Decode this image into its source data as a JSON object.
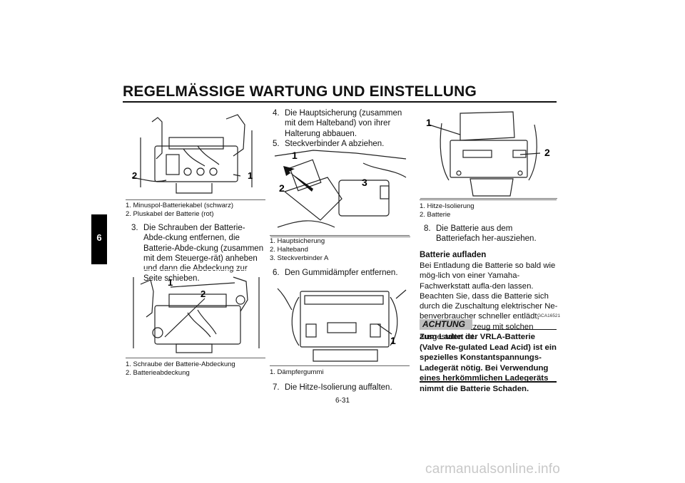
{
  "header": {
    "title": "REGELMÄSSIGE WARTUNG UND EINSTELLUNG"
  },
  "chapter_tab": "6",
  "figures": {
    "fig1": {
      "labels": [
        "1",
        "2"
      ]
    },
    "fig2": {
      "labels": [
        "1",
        "2"
      ]
    },
    "fig3": {
      "labels": [
        "1",
        "2",
        "3"
      ]
    },
    "fig4": {
      "labels": [
        "1"
      ]
    },
    "fig5": {
      "labels": [
        "1",
        "2"
      ]
    }
  },
  "captions": {
    "fig1": [
      "1.  Minuspol-Batteriekabel (schwarz)",
      "2.  Pluskabel der Batterie (rot)"
    ],
    "fig2": [
      "1.  Schraube der Batterie-Abdeckung",
      "2.  Batterieabdeckung"
    ],
    "fig3": [
      "1.  Hauptsicherung",
      "2.  Halteband",
      "3.  Steckverbinder A"
    ],
    "fig4": [
      "1.  Dämpfergummi"
    ],
    "fig5": [
      "1.  Hitze-Isolierung",
      "2.  Batterie"
    ]
  },
  "steps": {
    "s3": {
      "num": "3.",
      "text": "Die Schrauben der Batterie-Abde-ckung entfernen, die Batterie-Abde-ckung (zusammen mit dem Steuerge-rät) anheben und dann die Abdeckung zur Seite schieben."
    },
    "s4": {
      "num": "4.",
      "text": "Die Hauptsicherung (zusammen mit dem Halteband) von ihrer Halterung abbauen."
    },
    "s5": {
      "num": "5.",
      "text": "Steckverbinder A abziehen."
    },
    "s6": {
      "num": "6.",
      "text": "Den Gummidämpfer entfernen."
    },
    "s7": {
      "num": "7.",
      "text": "Die Hitze-Isolierung auffalten."
    },
    "s8": {
      "num": "8.",
      "text": "Die Batterie aus dem Batteriefach her-ausziehen."
    }
  },
  "section": {
    "heading": "Batterie aufladen",
    "body": "Bei Entladung die Batterie so bald wie mög-lich von einer Yamaha-Fachwerkstatt aufla-den lassen. Beachten Sie, dass die Batterie sich durch die Zuschaltung elektrischer Ne-benverbraucher schneller entlädt, wenn das Fahrzeug mit solchen ausgestattet ist."
  },
  "notice": {
    "code": "GCA16521",
    "label": "ACHTUNG",
    "text": "Zum Laden der VRLA-Batterie (Valve Re-gulated Lead Acid) ist ein spezielles Konstantspannungs-Ladegerät nötig. Bei Verwendung eines herkömmlichen Ladegeräts nimmt die Batterie Schaden."
  },
  "footer": {
    "page_number": "6-31"
  },
  "watermark": "carmanualsonline.info"
}
